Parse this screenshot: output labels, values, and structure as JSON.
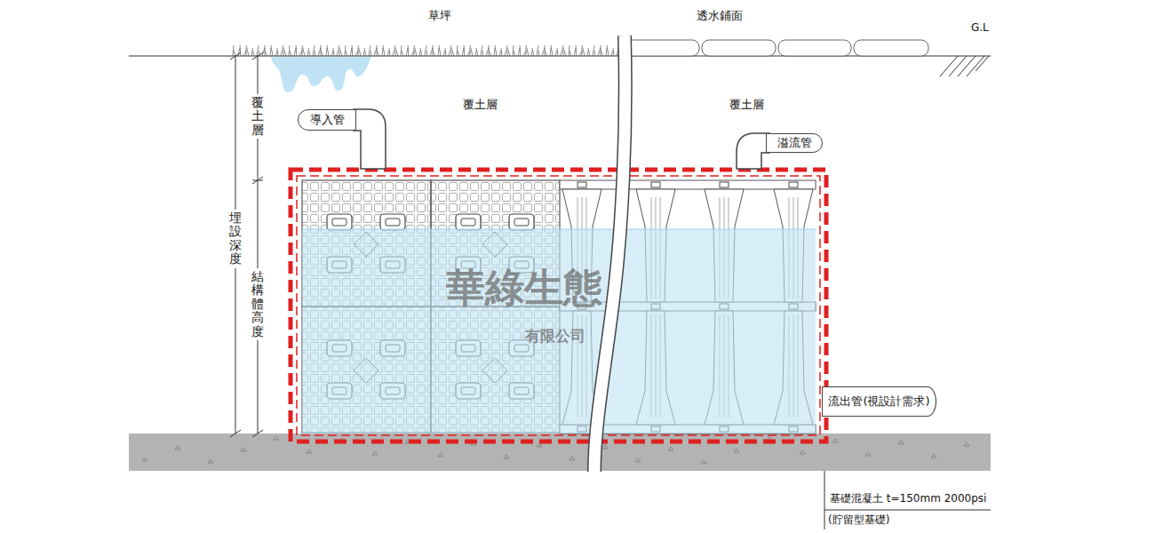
{
  "diagram": {
    "nodes": [
      {
        "text": [
          "導入管"
        ]
      },
      {
        "text": [
          "溢流管"
        ]
      },
      {
        "text": [
          "流出管(視設計需求)"
        ]
      }
    ],
    "labels": [
      "草坪",
      "透水鋪面",
      "G.L",
      "覆土層",
      "覆土層",
      "覆土層",
      "埋設深度",
      "結構體高度",
      "華綠生態",
      "有限公司",
      "基礎混凝土 t=150mm 2000psi",
      "(貯留型基礎)"
    ]
  }
}
